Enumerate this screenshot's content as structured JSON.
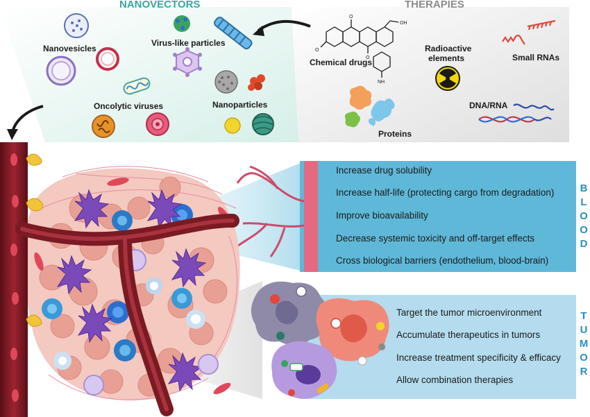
{
  "header": {
    "nanovectors_title": "NANOVECTORS",
    "therapies_title": "THERAPIES"
  },
  "nanovectors": {
    "nanovesicles": "Nanovesicles",
    "virus_like_particles": "Virus-like particles",
    "oncolytic_viruses": "Oncolytic viruses",
    "nanoparticles": "Nanoparticles"
  },
  "therapies": {
    "chemical_drugs": "Chemical drugs",
    "radioactive_elements": "Radioactive elements",
    "small_rnas": "Small RNAs",
    "dna_rna": "DNA/RNA",
    "proteins": "Proteins"
  },
  "blood": {
    "side_letters": [
      "B",
      "L",
      "O",
      "O",
      "D"
    ],
    "benefits": [
      "Increase drug solubility",
      "Increase half-life (protecting cargo from degradation)",
      "Improve bioavailability",
      "Decrease systemic toxicity and off-target effects",
      "Cross biological barriers (endothelium, blood-brain)"
    ]
  },
  "tumor": {
    "side_letters": [
      "T",
      "U",
      "M",
      "O",
      "R"
    ],
    "benefits": [
      "Target the tumor microenvironment",
      "Accumulate therapeutics in tumors",
      "Increase treatment specificity & efficacy",
      "Allow combination therapies"
    ]
  },
  "colors": {
    "nanovectors_accent": "#3aa5a0",
    "therapies_accent": "#8a8a8a",
    "blood_panel": "#5fb8d8",
    "tumor_panel": "#a9d8ec",
    "vessel": "#7a1a22",
    "side_letters": "#2a8fbf"
  }
}
